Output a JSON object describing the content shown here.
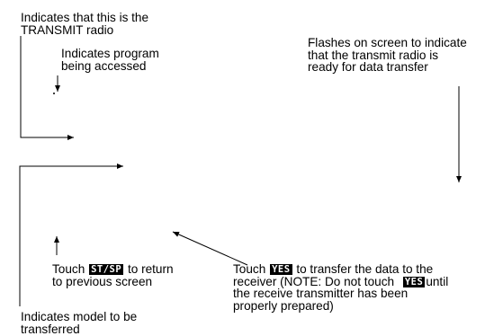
{
  "callouts": {
    "transmit_radio": [
      "Indicates that this is the",
      "TRANSMIT radio"
    ],
    "program": [
      "Indicates program",
      "being accessed"
    ],
    "flashes": [
      "Flashes on screen to indicate",
      "that the transmit radio is",
      "ready for data transfer"
    ],
    "touch_st": {
      "pre": "Touch",
      "key": "ST/SP",
      "post": "to return",
      "line2": "to previous screen"
    },
    "touch_yes": {
      "pre": "Touch",
      "key": "YES",
      "post": "to transfer the data to the",
      "line2": "receiver (NOTE: Do not touch",
      "key2": "YES",
      "line2_post": "until",
      "line3": "the receive transmitter has been",
      "line4": "properly prepared)"
    },
    "model": [
      "Indicates model to be",
      "transferred"
    ]
  },
  "colors": {
    "ink": "#000000",
    "key_bg": "#000000",
    "key_fg": "#ffffff"
  }
}
